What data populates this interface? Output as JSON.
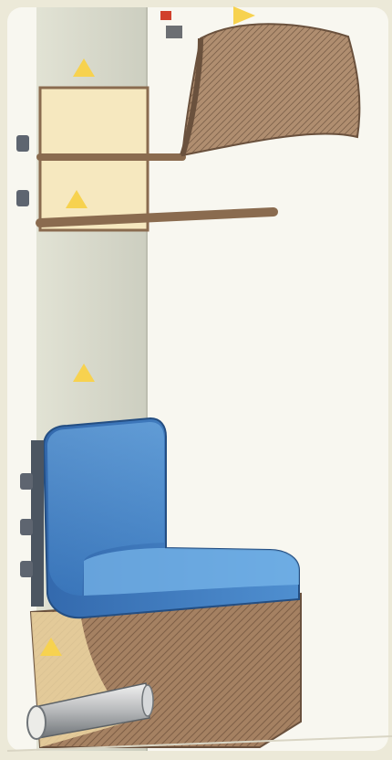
{
  "figure": {
    "panels": [
      {
        "name": "upper-bracket-detail",
        "components": [
          "vertical-wall",
          "bracket-arm",
          "insulation-block",
          "bolts",
          "heat-arrows"
        ]
      },
      {
        "name": "lower-support-detail",
        "components": [
          "blue-insulated-support",
          "soil-fill",
          "pipe",
          "bolts",
          "heat-arrows"
        ]
      }
    ],
    "colors": {
      "background": "#ece9d8",
      "panel": "#f7f6ee",
      "wall": "#d7d8c8",
      "bracket": "#f4e7bf",
      "bracket_outline": "#8a6b4f",
      "soil": "#a37f62",
      "blue": "#3b74b8",
      "blue_light": "#5fa0dc",
      "arrow_hot": "#d1402c",
      "arrow_warm": "#f0a91e",
      "arrow_cool": "#f7d25a",
      "bolt": "#5e6570",
      "pipe": "#9fa4a8"
    },
    "icons": [
      "heat-arrow-icon",
      "bolt-icon",
      "pipe-icon"
    ]
  }
}
